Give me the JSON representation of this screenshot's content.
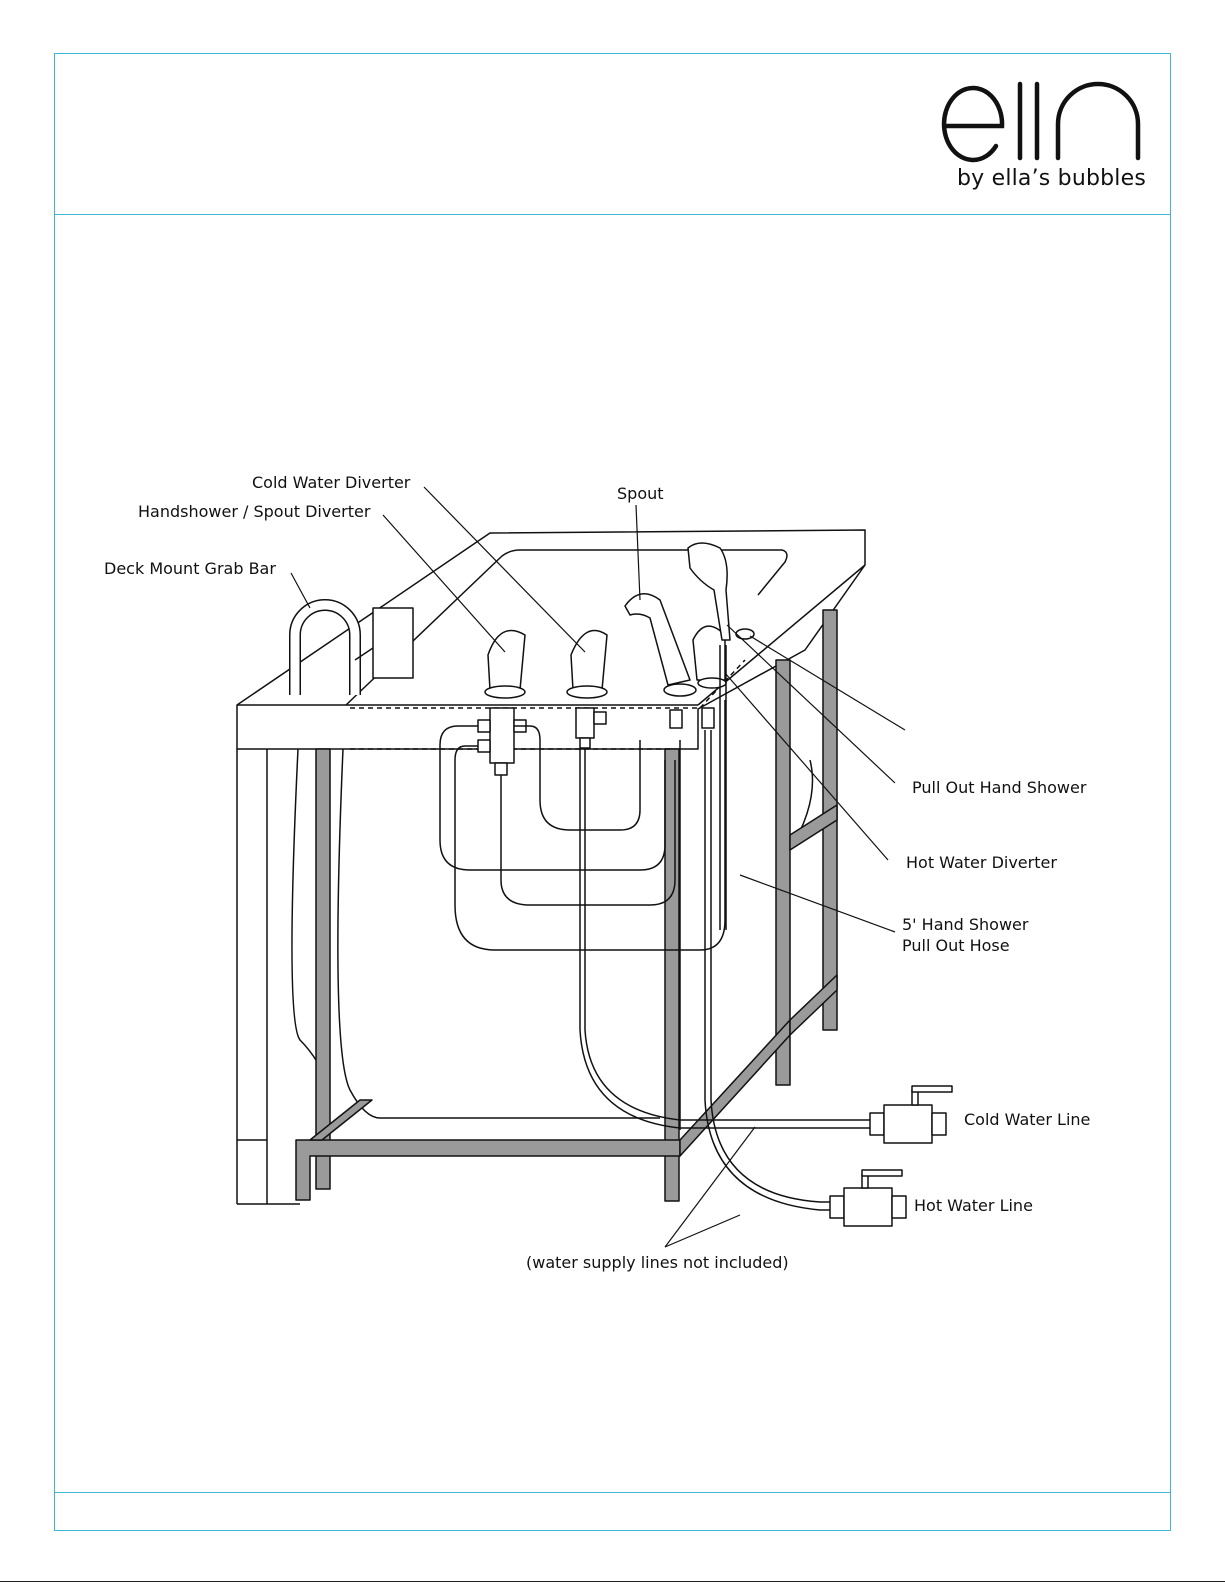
{
  "brand": {
    "logo_text": "ella",
    "tagline": "by ella’s bubbles"
  },
  "labels": {
    "cold_water_diverter": "Cold Water Diverter",
    "handshower_spout_diverter": "Handshower / Spout Diverter",
    "deck_mount_grab_bar": "Deck Mount Grab Bar",
    "spout": "Spout",
    "pull_out_hand_shower": "Pull Out Hand Shower",
    "hot_water_diverter": "Hot Water Diverter",
    "hand_shower_hose_line1": "5' Hand Shower",
    "hand_shower_hose_line2": "Pull Out Hose",
    "cold_water_line": "Cold Water Line",
    "hot_water_line": "Hot Water Line",
    "supply_note": "(water supply lines not included)"
  },
  "colors": {
    "frame_border": "#3fb6d6",
    "line_art": "#111111",
    "frame_steel": "#9a9a9a"
  }
}
